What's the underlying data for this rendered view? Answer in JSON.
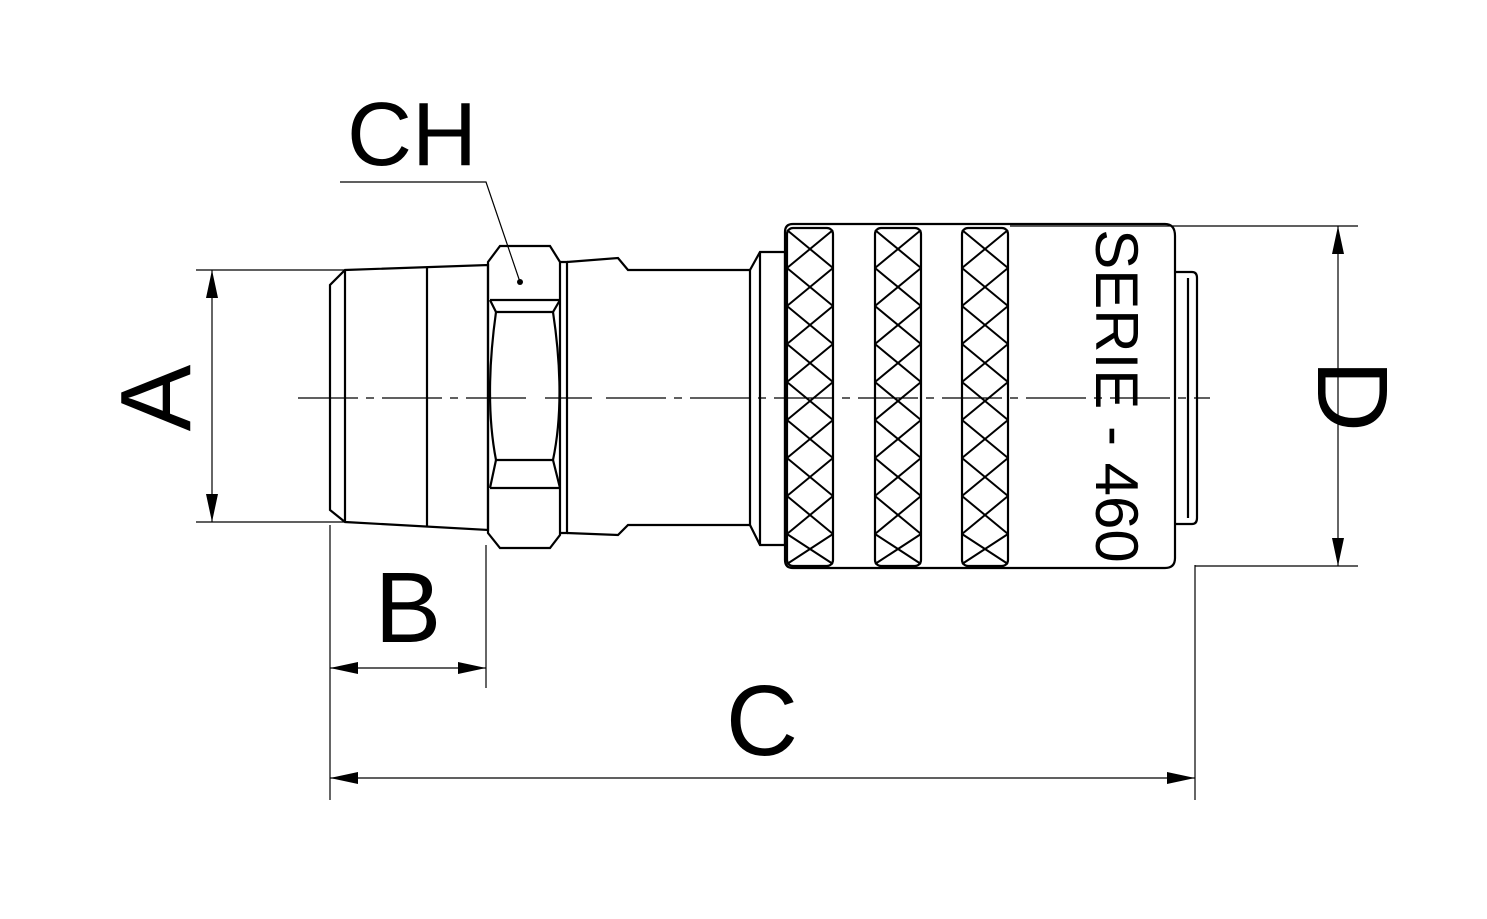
{
  "drawing": {
    "labels": {
      "hex": "CH",
      "a": "A",
      "b": "B",
      "c": "C",
      "d": "D"
    },
    "engraving": "SERIE - 460",
    "line_color": "#000000",
    "background": "#ffffff"
  }
}
